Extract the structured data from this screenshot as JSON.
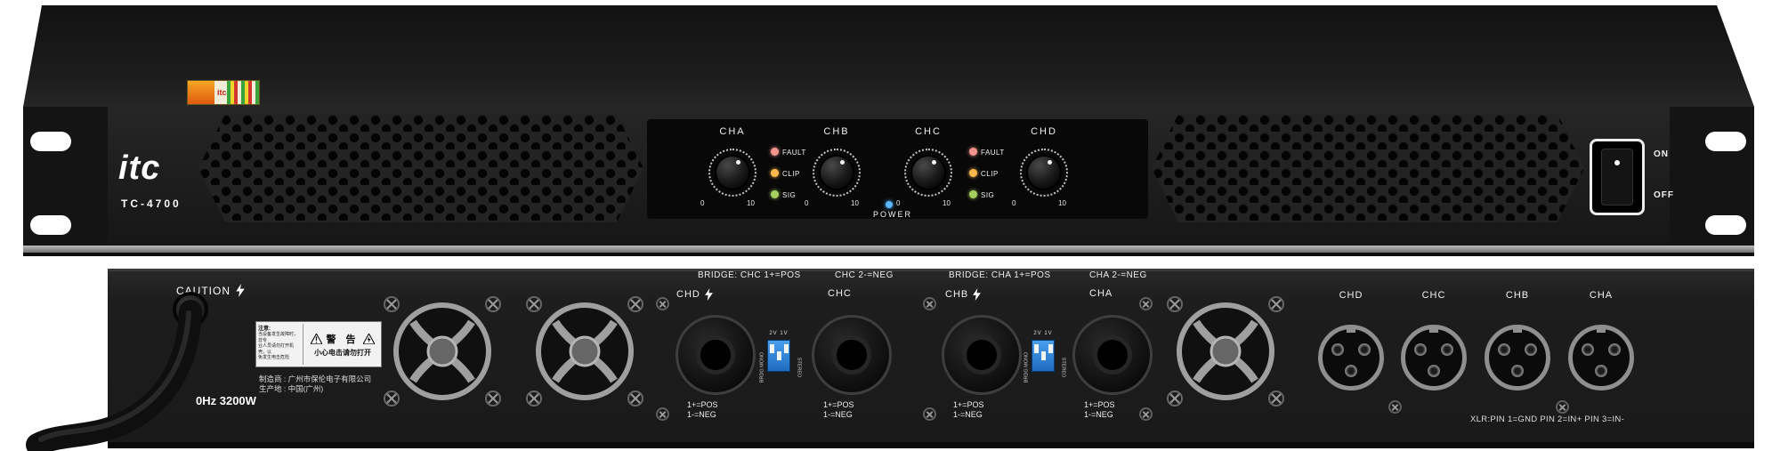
{
  "front": {
    "brand": "itc",
    "model": "TC-4700",
    "sticker_text": "itc",
    "channels": [
      {
        "label": "CHA",
        "scale_min": "0",
        "scale_max": "10"
      },
      {
        "label": "CHB",
        "scale_min": "0",
        "scale_max": "10"
      },
      {
        "label": "CHC",
        "scale_min": "0",
        "scale_max": "10"
      },
      {
        "label": "CHD",
        "scale_min": "0",
        "scale_max": "10"
      }
    ],
    "leds": [
      {
        "label": "FAULT",
        "color": "#f2938c"
      },
      {
        "label": "CLIP",
        "color": "#ffb84d"
      },
      {
        "label": "SIG",
        "color": "#a6cf5f"
      }
    ],
    "power_led_color": "#57b6ff",
    "power_label": "POWER",
    "switch_on": "ON",
    "switch_off": "OFF"
  },
  "rear": {
    "caution": "CAUTION",
    "rating": "0Hz 3200W",
    "warning_label": {
      "title": "警 告",
      "subtitle": "小心电击请勿打开",
      "note_heading": "注意:",
      "note_line1": "当设备发生故障时，非专",
      "note_line2": "业人员请勿打开机壳，以",
      "note_line3": "免发生电击危险"
    },
    "maker_line1": "制造商 : 广州市保伦电子有限公司",
    "maker_line2": "生产地 : 中国(广州)",
    "bridge_groups": [
      {
        "left": "BRIDGE: CHC 1+=POS",
        "right": "CHC 2-=NEG"
      },
      {
        "left": "BRIDGE: CHA 1+=POS",
        "right": "CHA 2-=NEG"
      }
    ],
    "speakons": [
      {
        "label": "CHD",
        "pin1": "1+=POS",
        "pin2": "1-=NEG"
      },
      {
        "label": "CHC",
        "pin1": "1+=POS",
        "pin2": "1-=NEG"
      },
      {
        "label": "CHB",
        "pin1": "1+=POS",
        "pin2": "1-=NEG"
      },
      {
        "label": "CHA",
        "pin1": "1+=POS",
        "pin2": "1-=NEG"
      }
    ],
    "dip": {
      "top": "2V 1V",
      "left": "BRDG MONO",
      "right": "STEREO"
    },
    "xlr": {
      "labels": [
        "CHD",
        "CHC",
        "CHB",
        "CHA"
      ],
      "note": "XLR:PIN 1=GND PIN 2=IN+ PIN 3=IN-"
    }
  },
  "colors": {
    "chassis": "#1e1e1e",
    "led_fault": "#f2938c",
    "led_clip": "#ffb84d",
    "led_sig": "#a6cf5f",
    "power_led": "#57b6ff",
    "dip_blue": "#2f86e0"
  }
}
